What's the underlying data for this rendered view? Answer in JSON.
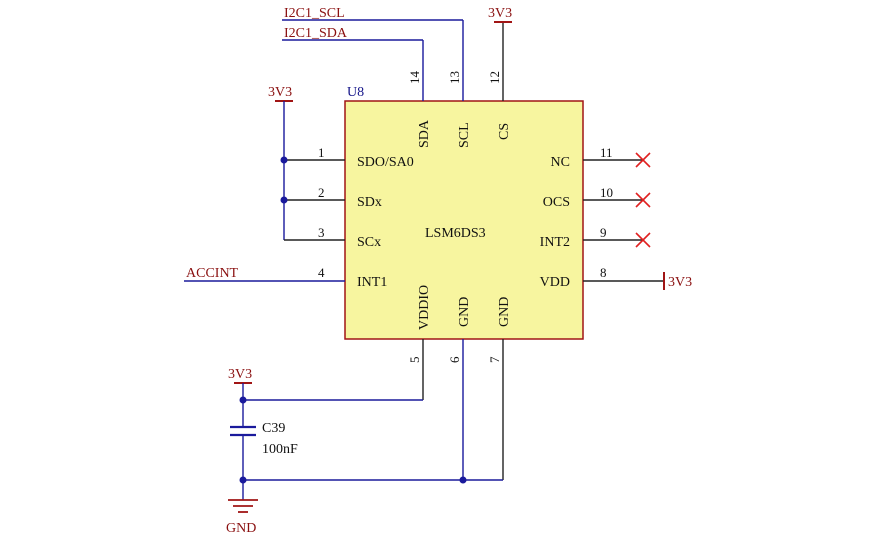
{
  "component": {
    "ref": "U8",
    "part": "LSM6DS3",
    "colors": {
      "body_fill": "#f7f59f",
      "body_stroke": "#a11515"
    }
  },
  "pins": {
    "p1": {
      "num": "1",
      "name": "SDO/SA0"
    },
    "p2": {
      "num": "2",
      "name": "SDx"
    },
    "p3": {
      "num": "3",
      "name": "SCx"
    },
    "p4": {
      "num": "4",
      "name": "INT1"
    },
    "p5": {
      "num": "5",
      "name": "VDDIO"
    },
    "p6": {
      "num": "6",
      "name": "GND"
    },
    "p7": {
      "num": "7",
      "name": "GND"
    },
    "p8": {
      "num": "8",
      "name": "VDD"
    },
    "p9": {
      "num": "9",
      "name": "INT2"
    },
    "p10": {
      "num": "10",
      "name": "OCS"
    },
    "p11": {
      "num": "11",
      "name": "NC"
    },
    "p12": {
      "num": "12",
      "name": "CS"
    },
    "p13": {
      "num": "13",
      "name": "SCL"
    },
    "p14": {
      "num": "14",
      "name": "SDA"
    }
  },
  "nets": {
    "i2c_scl": "I2C1_SCL",
    "i2c_sda": "I2C1_SDA",
    "accint": "ACCINT",
    "pwr": "3V3",
    "gnd": "GND"
  },
  "capacitor": {
    "ref": "C39",
    "value": "100nF"
  },
  "colors": {
    "wire_blue": "#1a1a9c",
    "wire_dark": "#222222",
    "power_red": "#a11515",
    "noconnect": "#e02020"
  }
}
